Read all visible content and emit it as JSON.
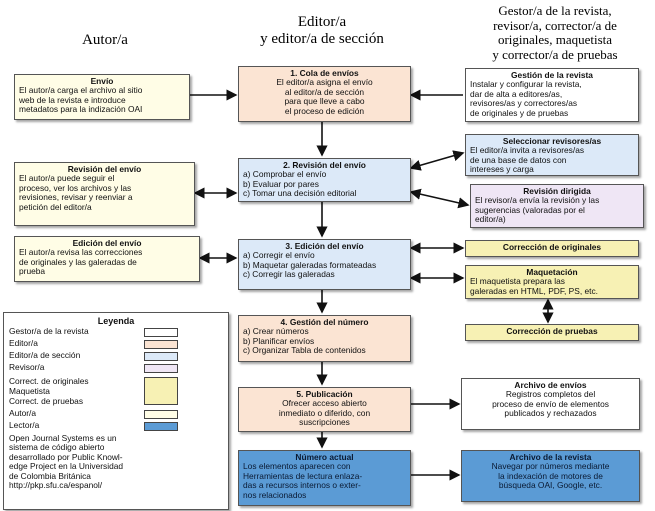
{
  "headers": {
    "autor": "Autor/a",
    "editor_line1": "Editor/a",
    "editor_line2": "y editor/a de sección",
    "gestor": "Gestor/a de la revista,\nrevisor/a, corrector/a de\noriginales, maquetista\ny corrector/a de pruebas"
  },
  "autor_boxes": {
    "envio": {
      "title": "Envío",
      "body": "El autor/a carga el archivo al sitio\nweb de la revista e introduce\nmetadatos para la indización OAI"
    },
    "revision": {
      "title": "Revisión del envío",
      "body": "El autor/a puede seguir el\nproceso, ver los archivos y las\nrevisiones, revisar y reenviar a\npetición del editor/a"
    },
    "edicion": {
      "title": "Edición del envío",
      "body": "El autor/a revisa las correcciones\nde originales y las galeradas de\nprueba"
    }
  },
  "center_boxes": {
    "cola": {
      "title": "1. Cola de envíos",
      "body": "El editor/a asigna el envío\nal editor/a de sección\npara que lleve a cabo\nel proceso de edición"
    },
    "revision": {
      "title": "2. Revisión del envío",
      "body": "a) Comprobar el envío\nb) Evaluar por pares\nc) Tomar una decisión editorial"
    },
    "edicion": {
      "title": "3. Edición del envío",
      "body": "a) Corregir el envío\nb) Maquetar galeradas formateadas\nc) Corregir las galeradas"
    },
    "gestion_numero": {
      "title": "4. Gestión del número",
      "body": "a) Crear números\nb) Planificar envíos\nc) Organizar Tabla de contenidos"
    },
    "publicacion": {
      "title": "5. Publicación",
      "body": "Ofrecer acceso abierto\ninmediato o diferido, con\nsuscripciones"
    },
    "numero_actual": {
      "title": "Número actual",
      "body": "Los elementos aparecen con\nHerramientas de lectura enlaza-\ndas a recursos internos o exter-\nnos relacionados"
    }
  },
  "right_boxes": {
    "gestion_revista": {
      "title": "Gestión de la revista",
      "body": "Instalar y configurar la revista,\ndar de alta a editores/as,\nrevisores/as y correctores/as\nde originales y de pruebas"
    },
    "seleccionar": {
      "title": "Seleccionar revisores/as",
      "body": "El editor/a invita a revisores/as\nde una base de datos con\nintereses y carga"
    },
    "revision_dirigida": {
      "title": "Revisión dirigida",
      "body": "El revisor/a envía la revisión y las\nsugerencias (valoradas por el\neditor/a)"
    },
    "correccion_originales": {
      "title": "Corrección de originales"
    },
    "maquetacion": {
      "title": "Maquetación",
      "body": "El maquetista prepara las\ngaleradas en HTML, PDF, PS, etc."
    },
    "correccion_pruebas": {
      "title": "Corrección de pruebas"
    },
    "archivo_envios": {
      "title": "Archivo de envíos",
      "body": "Registros completos del\nproceso de envío de elementos\npublicados y rechazados"
    },
    "archivo_revista": {
      "title": "Archivo de la revista",
      "body": "Navegar por números mediante\nla indexación de motores de\nbúsqueda OAI, Google, etc."
    }
  },
  "legend": {
    "title": "Leyenda",
    "items": [
      "Gestor/a de la revista",
      "Editor/a",
      "Editor/a de sección",
      "Revisor/a"
    ],
    "correct_label": "Correct. de originales\nMaquetista\nCorrect. de pruebas",
    "items2": [
      "Autor/a",
      "Lector/a"
    ],
    "note": "Open Journal Systems es un\nsistema de código abierto\ndesarrollado por Public Knowl-\nedge Project en la Universidad\nde Colombia Británica\nhttp://pkp.sfu.ca/espanol/"
  },
  "colors": {
    "gestor": "#ffffff",
    "editor": "#fbe4d3",
    "seccion": "#dce9f8",
    "revisor": "#efe6f5",
    "correct": "#f7f1b4",
    "autor": "#fffde6",
    "lector": "#5b9bd5"
  }
}
